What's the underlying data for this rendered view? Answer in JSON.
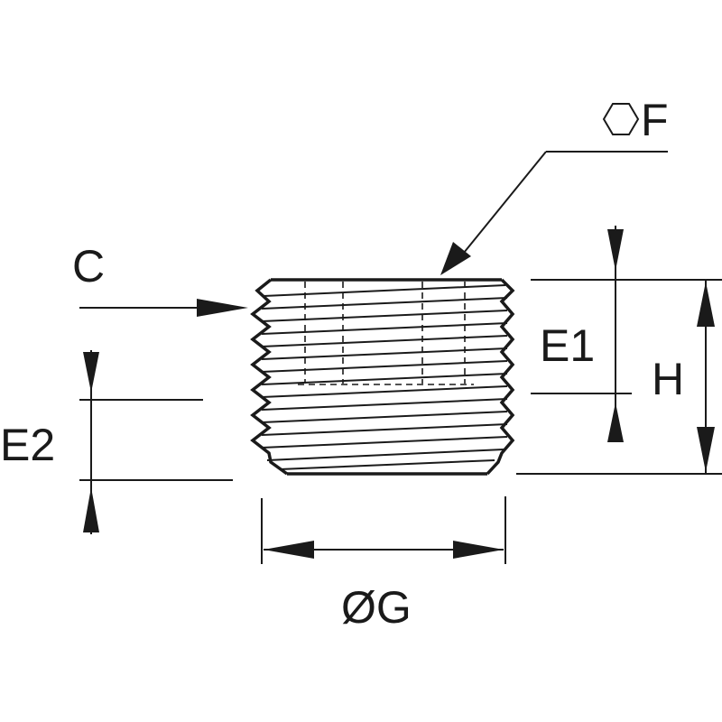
{
  "diagram": {
    "labels": {
      "hex_size": "F",
      "chamfer": "C",
      "thread_length_1": "E1",
      "thread_length_2": "E2",
      "height": "H",
      "diameter": "ØG"
    },
    "icons": {
      "hex": "hexagon-icon"
    }
  }
}
